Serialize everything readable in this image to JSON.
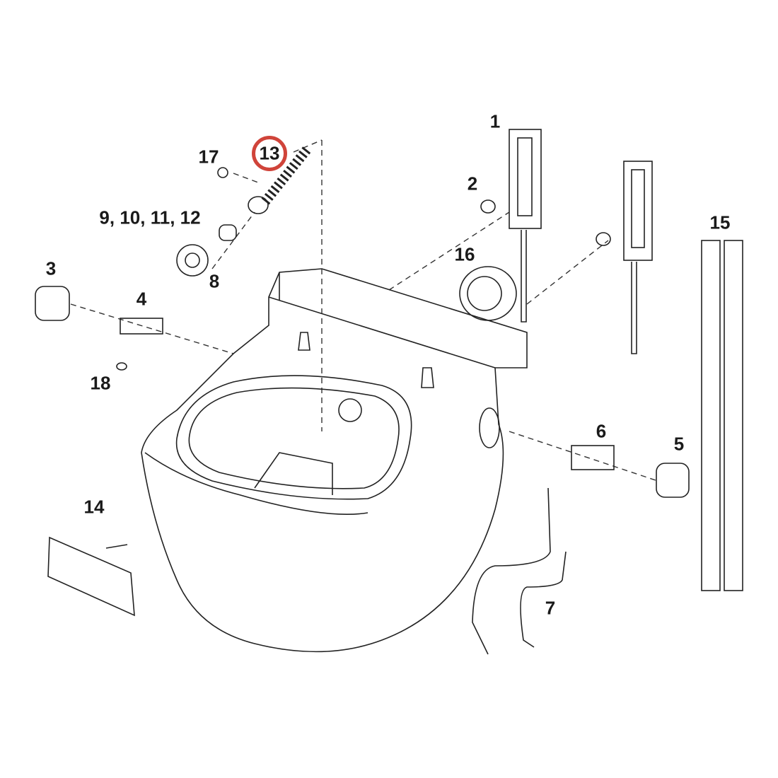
{
  "diagram": {
    "highlight_color": "#d0443a",
    "callouts": [
      {
        "id": "1",
        "label": "1"
      },
      {
        "id": "2",
        "label": "2"
      },
      {
        "id": "3",
        "label": "3"
      },
      {
        "id": "4",
        "label": "4"
      },
      {
        "id": "5",
        "label": "5"
      },
      {
        "id": "6",
        "label": "6"
      },
      {
        "id": "7",
        "label": "7"
      },
      {
        "id": "8",
        "label": "8"
      },
      {
        "id": "9-12",
        "label": "9, 10, 11, 12"
      },
      {
        "id": "13",
        "label": "13",
        "highlighted": true
      },
      {
        "id": "14",
        "label": "14"
      },
      {
        "id": "15",
        "label": "15"
      },
      {
        "id": "16",
        "label": "16"
      },
      {
        "id": "17",
        "label": "17"
      },
      {
        "id": "18",
        "label": "18"
      }
    ]
  }
}
